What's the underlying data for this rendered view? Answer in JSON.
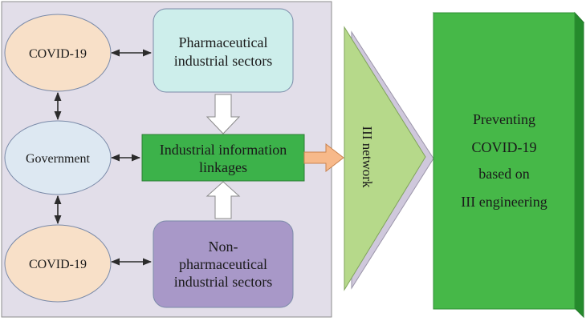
{
  "nodes": {
    "covid_top": "COVID-19",
    "government": "Government",
    "covid_bottom": "COVID-19",
    "pharma": [
      "Pharmaceutical",
      "industrial sectors"
    ],
    "linkages": [
      "Industrial information",
      "linkages"
    ],
    "nonpharma": [
      "Non-",
      "pharmaceutical",
      "industrial sectors"
    ],
    "network": "III network",
    "outcome": [
      "Preventing",
      "COVID-19",
      "based on",
      "III engineering"
    ]
  },
  "colors": {
    "panel": "#e2dee9",
    "covid_fill": "#f8e0c8",
    "government_fill": "#dde8f2",
    "pharma_fill": "#cdeeeb",
    "nonpharma_fill": "#a898c8",
    "linkages_fill": "#3cb24a",
    "network_fill": "#b6d98a",
    "outcome_fill": "#46b848"
  }
}
